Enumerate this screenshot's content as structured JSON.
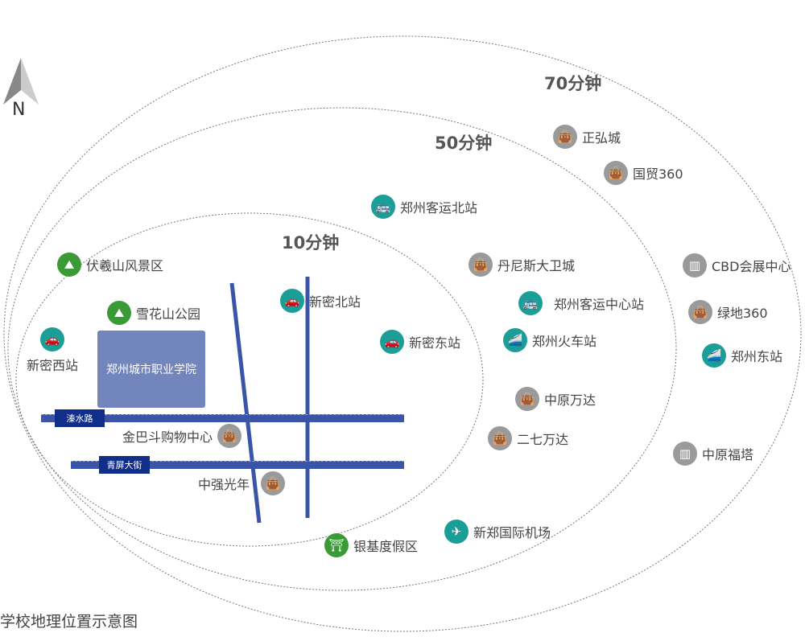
{
  "compass": {
    "label": "N"
  },
  "rings": [
    {
      "label": "10分钟"
    },
    {
      "label": "50分钟"
    },
    {
      "label": "70分钟"
    }
  ],
  "campus": "郑州城市职业学院",
  "roads": [
    "溱水路",
    "青屏大街"
  ],
  "pois": [
    {
      "name": "正弘城",
      "type": "shop"
    },
    {
      "name": "国贸360",
      "type": "shop"
    },
    {
      "name": "郑州客运北站",
      "type": "bus"
    },
    {
      "name": "伏羲山风景区",
      "type": "park"
    },
    {
      "name": "丹尼斯大卫城",
      "type": "shop"
    },
    {
      "name": "CBD会展中心",
      "type": "building"
    },
    {
      "name": "新密北站",
      "type": "car"
    },
    {
      "name": "郑州客运中心站",
      "type": "bus"
    },
    {
      "name": "雪花山公园",
      "type": "park"
    },
    {
      "name": "绿地360",
      "type": "shop"
    },
    {
      "name": "新密西站",
      "type": "car"
    },
    {
      "name": "新密东站",
      "type": "car"
    },
    {
      "name": "郑州火车站",
      "type": "train"
    },
    {
      "name": "郑州东站",
      "type": "train"
    },
    {
      "name": "中原万达",
      "type": "shop"
    },
    {
      "name": "金巴斗购物中心",
      "type": "shop"
    },
    {
      "name": "二七万达",
      "type": "shop"
    },
    {
      "name": "中原福塔",
      "type": "building"
    },
    {
      "name": "中强光年",
      "type": "shop"
    },
    {
      "name": "新郑国际机场",
      "type": "plane"
    },
    {
      "name": "银基度假区",
      "type": "resort"
    }
  ],
  "caption": "学校地理位置示意图",
  "colors": {
    "teal": "#1a9e97",
    "green": "#3a9a36",
    "gray": "#9a9a9a",
    "road": "#3a55a8",
    "campus": "#7285bd"
  }
}
